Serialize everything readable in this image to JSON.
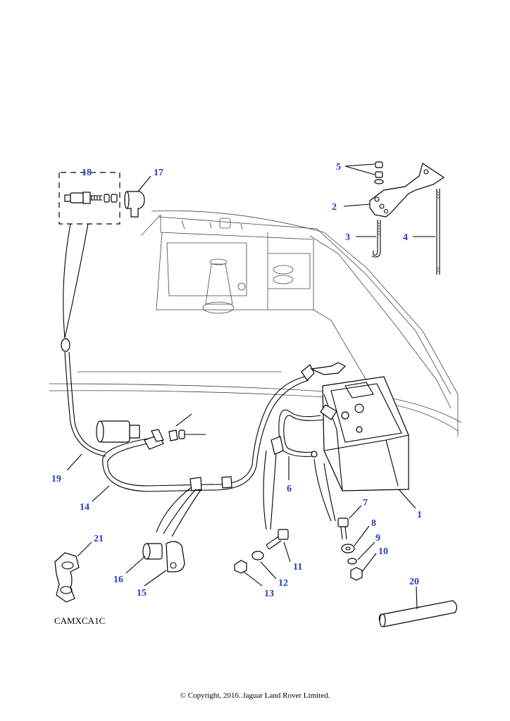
{
  "diagram": {
    "reference_code": "CAMXCA1C",
    "copyright": "© Copyright, 2016. Jaguar Land Rover Limited.",
    "callouts": [
      {
        "id": "1",
        "label": "1"
      },
      {
        "id": "2",
        "label": "2"
      },
      {
        "id": "3",
        "label": "3"
      },
      {
        "id": "4",
        "label": "4"
      },
      {
        "id": "5",
        "label": "5"
      },
      {
        "id": "6",
        "label": "6"
      },
      {
        "id": "7",
        "label": "7"
      },
      {
        "id": "8",
        "label": "8"
      },
      {
        "id": "9",
        "label": "9"
      },
      {
        "id": "10",
        "label": "10"
      },
      {
        "id": "11",
        "label": "11"
      },
      {
        "id": "12",
        "label": "12"
      },
      {
        "id": "13",
        "label": "13"
      },
      {
        "id": "14",
        "label": "14"
      },
      {
        "id": "15",
        "label": "15"
      },
      {
        "id": "16",
        "label": "16"
      },
      {
        "id": "17",
        "label": "17"
      },
      {
        "id": "18",
        "label": "18"
      },
      {
        "id": "19",
        "label": "19"
      },
      {
        "id": "20",
        "label": "20"
      },
      {
        "id": "21",
        "label": "21"
      }
    ],
    "callout_color": "#1f3fbf"
  }
}
